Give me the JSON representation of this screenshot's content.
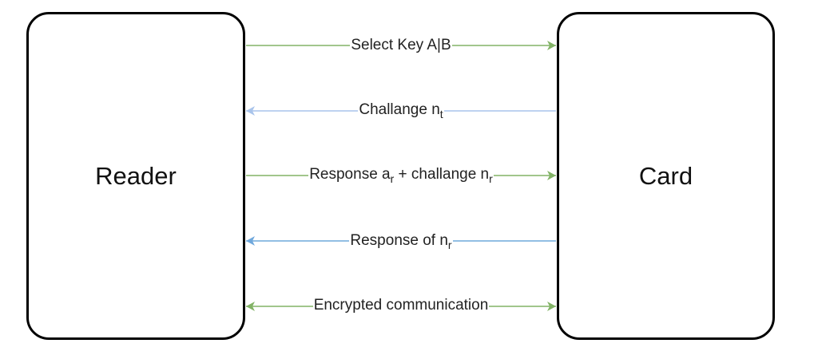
{
  "reader": {
    "label": "Reader"
  },
  "card": {
    "label": "Card"
  },
  "messages": [
    {
      "text": "Select Key A|B",
      "sub": "",
      "suffix": "",
      "sub2": "",
      "direction": "reader-to-card",
      "color": "#82b366"
    },
    {
      "text": "Challange n",
      "sub": "t",
      "suffix": "",
      "sub2": "",
      "direction": "card-to-reader",
      "color": "#a9c4eb"
    },
    {
      "text": "Response a",
      "sub": "r",
      "suffix": " + challange n",
      "sub2": "r",
      "direction": "reader-to-card",
      "color": "#82b366"
    },
    {
      "text": "Response of n",
      "sub": "r",
      "suffix": "",
      "sub2": "",
      "direction": "card-to-reader",
      "color": "#6fa8dc"
    },
    {
      "text": "Encrypted communication",
      "sub": "",
      "suffix": "",
      "sub2": "",
      "direction": "bidirectional",
      "color": "#82b366"
    }
  ]
}
